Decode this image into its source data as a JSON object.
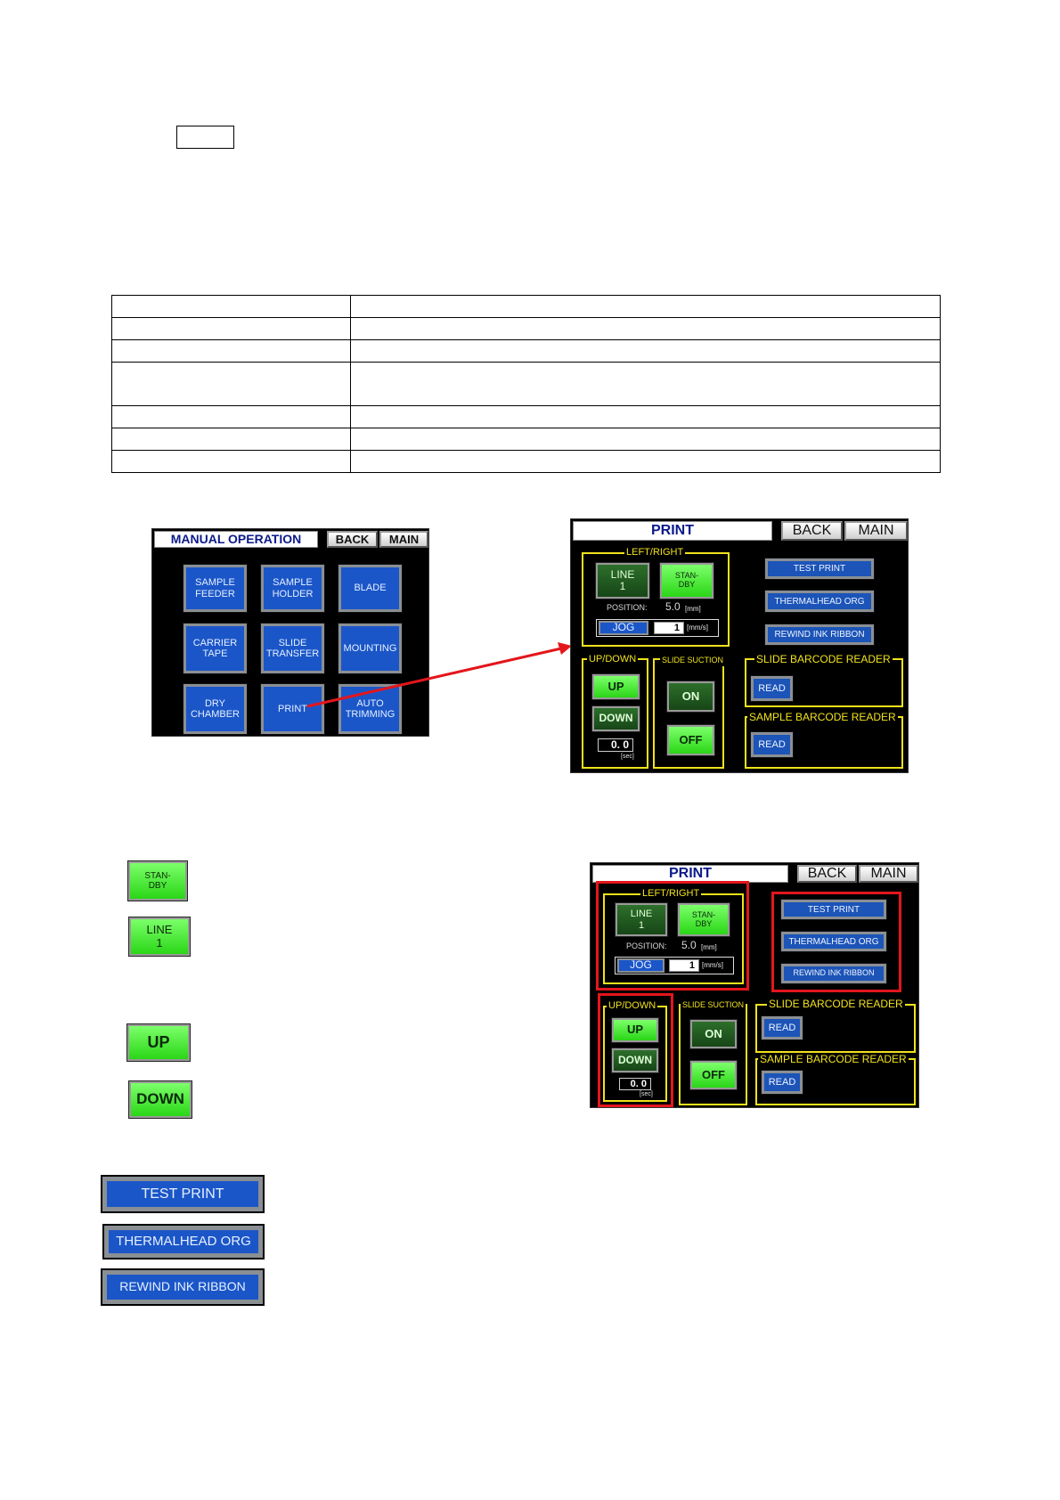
{
  "manual_operation": {
    "title": "MANUAL OPERATION",
    "back": "BACK",
    "main": "MAIN",
    "buttons": [
      [
        "SAMPLE",
        "FEEDER"
      ],
      [
        "SAMPLE",
        "HOLDER"
      ],
      [
        "BLADE"
      ],
      [
        "CARRIER",
        "TAPE"
      ],
      [
        "SLIDE",
        "TRANSFER"
      ],
      [
        "MOUNTING"
      ],
      [
        "DRY",
        "CHAMBER"
      ],
      [
        "PRINT"
      ],
      [
        "AUTO",
        "TRIMMING"
      ]
    ]
  },
  "print_screen": {
    "title": "PRINT",
    "back": "BACK",
    "main": "MAIN",
    "left_right_label": "LEFT/RIGHT",
    "line_btn": [
      "LINE",
      "1"
    ],
    "standby_btn": [
      "STAN-",
      "DBY"
    ],
    "position_label": "POSITION:",
    "position_value": "5.0",
    "position_unit": "[mm]",
    "jog": "JOG",
    "jog_value": "1",
    "jog_unit": "[mm/s]",
    "test_print": "TEST PRINT",
    "thermalhead_org": "THERMALHEAD ORG",
    "rewind_ink_ribbon": "REWIND INK RIBBON",
    "up_down_label": "UP/DOWN",
    "up": "UP",
    "down": "DOWN",
    "time_value": "0. 0",
    "time_unit": "[sec]",
    "slide_suction_label": "SLIDE SUCTION",
    "on": "ON",
    "off": "OFF",
    "slide_barcode_label": "SLIDE BARCODE READER",
    "sample_barcode_label": "SAMPLE BARCODE READER",
    "read": "READ"
  },
  "legend": {
    "standby": [
      "STAN-",
      "DBY"
    ],
    "line": [
      "LINE",
      "1"
    ],
    "up": "UP",
    "down": "DOWN",
    "test_print": "TEST PRINT",
    "thermalhead_org": "THERMALHEAD ORG",
    "rewind_ink_ribbon": "REWIND INK RIBBON"
  }
}
